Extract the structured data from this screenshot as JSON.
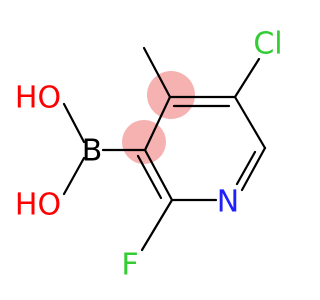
{
  "molecule": {
    "atoms": {
      "cl": "Cl",
      "n": "N",
      "f": "F",
      "b": "B",
      "oh_top": "HO",
      "oh_bottom": "HO"
    },
    "colors": {
      "bond": "#000000",
      "halogen": "#33cc33",
      "nitrogen": "#2020ff",
      "boron": "#000000",
      "oxygen": "#ff0000",
      "aromatic_highlight": "#f4a3a3"
    }
  }
}
